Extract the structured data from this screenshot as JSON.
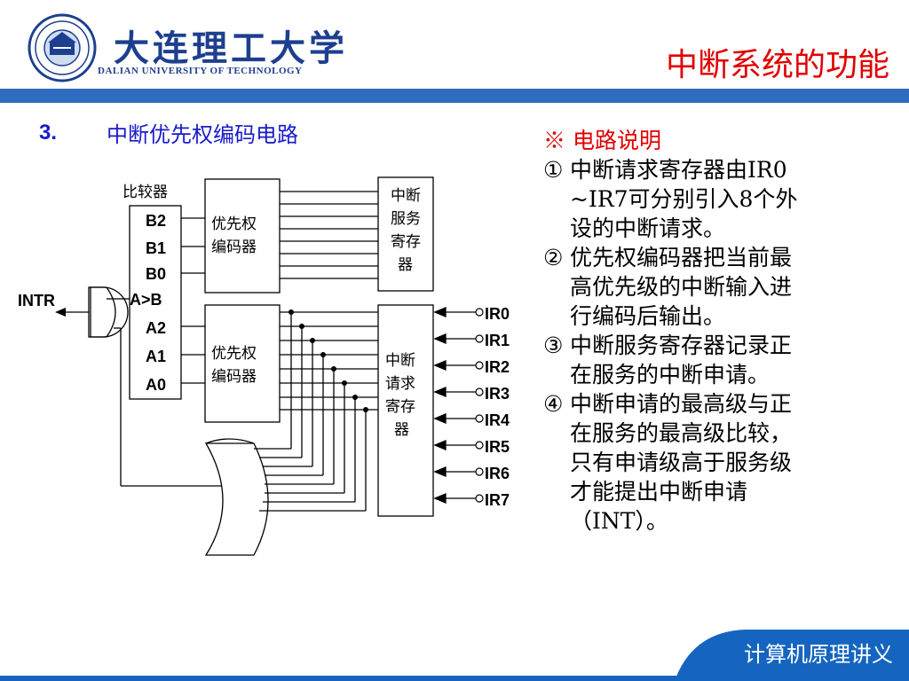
{
  "header": {
    "university_name": "大连理工大学",
    "university_en": "DALIAN UNIVERSITY OF TECHNOLOGY",
    "page_title": "中断系统的功能"
  },
  "section": {
    "number": "3.",
    "title": "中断优先权编码电路"
  },
  "diagram": {
    "comparator_label": "比较器",
    "comparator_pins": [
      "B2",
      "B1",
      "B0",
      "A>B",
      "A2",
      "A1",
      "A0"
    ],
    "encoder_top": [
      "优先权",
      "编码器"
    ],
    "encoder_bottom": [
      "优先权",
      "编码器"
    ],
    "isr_register": [
      "中断",
      "服务",
      "寄存",
      "器"
    ],
    "irr_register": [
      "中断",
      "请求",
      "寄存",
      "器"
    ],
    "output_label": "INTR",
    "inputs": [
      "IR0",
      "IR1",
      "IR2",
      "IR3",
      "IR4",
      "IR5",
      "IR6",
      "IR7"
    ]
  },
  "notes": {
    "heading": "※ 电路说明",
    "items": [
      {
        "num": "①",
        "text": "中断请求寄存器由IR0\n~IR7可分别引入8个外\n设的中断请求。"
      },
      {
        "num": "②",
        "text": "优先权编码器把当前最\n高优先级的中断输入进\n行编码后输出。"
      },
      {
        "num": "③",
        "text": "中断服务寄存器记录正\n在服务的中断申请。"
      },
      {
        "num": "④",
        "text": "中断申请的最高级与正\n在服务的最高级比较，\n只有申请级高于服务级\n才能提出中断申请\n（INT）。"
      }
    ]
  },
  "footer": {
    "text": "计算机原理讲义"
  },
  "colors": {
    "title_red": "#e00000",
    "bar_blue": "#2f6cc0",
    "section_blue": "#1a1acc",
    "footer_blue": "#1565c0"
  }
}
